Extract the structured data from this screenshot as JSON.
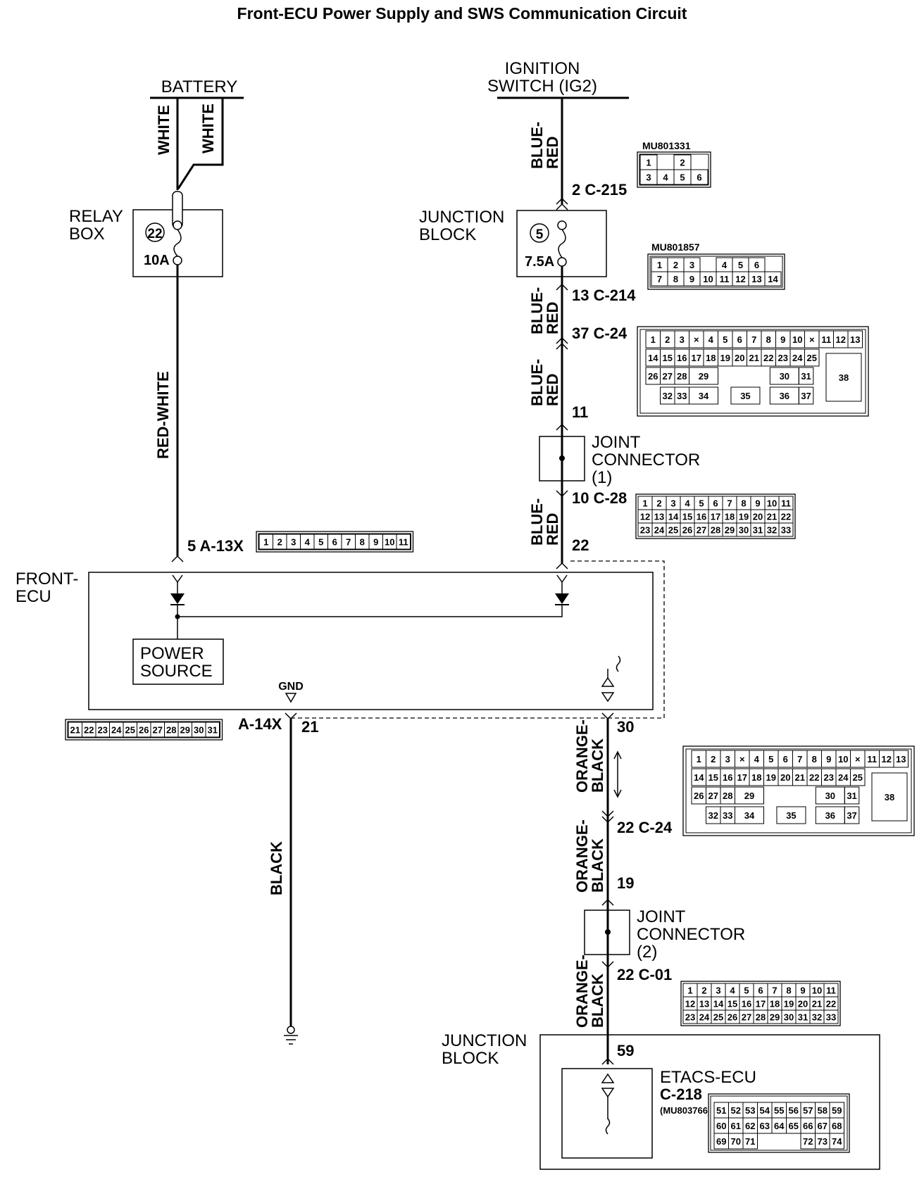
{
  "title": "Front-ECU Power Supply and SWS Communication Circuit",
  "labels": {
    "battery": "BATTERY",
    "ignition_line1": "IGNITION",
    "ignition_line2": "SWITCH (IG2)",
    "relay_box_line1": "RELAY",
    "relay_box_line2": "BOX",
    "junction_block1_line1": "JUNCTION",
    "junction_block1_line2": "BLOCK",
    "front_ecu_line1": "FRONT-",
    "front_ecu_line2": "ECU",
    "power_source_line1": "POWER",
    "power_source_line2": "SOURCE",
    "gnd": "GND",
    "joint1_line1": "JOINT",
    "joint1_line2": "CONNECTOR",
    "joint1_line3": "(1)",
    "joint2_line1": "JOINT",
    "joint2_line2": "CONNECTOR",
    "joint2_line3": "(2)",
    "junction_block2_line1": "JUNCTION",
    "junction_block2_line2": "BLOCK",
    "etacs_ecu": "ETACS-ECU",
    "etacs_conn": "C-218",
    "etacs_part": "(MU803766)"
  },
  "fuses": {
    "relay_fuse_no": "22",
    "relay_fuse_rating": "10A",
    "jb_fuse_no": "5",
    "jb_fuse_rating": "7.5A"
  },
  "wire_colors": {
    "battery_left": "WHITE",
    "battery_right": "WHITE",
    "relay_to_ecu": "RED-WHITE",
    "ig_to_jb": "BLUE-\nRED",
    "jb_to_c24": "BLUE-\nRED",
    "c24_to_joint1": "BLUE-\nRED",
    "joint1_to_ecu": "BLUE-\nRED",
    "ground": "BLACK",
    "ecu_to_c24": "ORANGE-\nBLACK",
    "c24_to_joint2": "ORANGE-\nBLACK",
    "joint2_to_etacs": "ORANGE-\nBLACK"
  },
  "pins": {
    "c215": "2  C-215",
    "c214": "13  C-214",
    "c24_upper": "37  C-24",
    "joint1_in": "11",
    "c28": "10  C-28",
    "ecu_22": "22",
    "a13x": "5  A-13X",
    "a14x": "A-14X",
    "gnd_21": "21",
    "sws_30": "30",
    "c24_lower": "22  C-24",
    "joint2_in": "19",
    "c01": "22  C-01",
    "etacs_59": "59"
  },
  "connectors": {
    "c215": {
      "part": "MU801331",
      "rows": [
        [
          "1",
          "",
          "2"
        ],
        [
          "3",
          "4",
          "5",
          "6"
        ]
      ]
    },
    "c214": {
      "part": "MU801857",
      "rows": [
        [
          "1",
          "2",
          "3",
          "",
          "4",
          "5",
          "6"
        ],
        [
          "7",
          "8",
          "9",
          "10",
          "11",
          "12",
          "13",
          "14"
        ]
      ]
    },
    "c24": {
      "rows": [
        [
          "1",
          "2",
          "3",
          "×",
          "4",
          "5",
          "6",
          "7",
          "8",
          "9",
          "10",
          "×",
          "11",
          "12",
          "13"
        ],
        [
          "14",
          "15",
          "16",
          "17",
          "18",
          "19",
          "20",
          "21",
          "22",
          "23",
          "24",
          "25"
        ],
        [
          "26",
          "27",
          "28",
          "29",
          "30",
          "31"
        ],
        [
          "32",
          "33",
          "34",
          "35",
          "36",
          "37"
        ]
      ],
      "big_pin": "38"
    },
    "c28": {
      "rows": [
        [
          "1",
          "2",
          "3",
          "4",
          "5",
          "6",
          "7",
          "8",
          "9",
          "10",
          "11"
        ],
        [
          "12",
          "13",
          "14",
          "15",
          "16",
          "17",
          "18",
          "19",
          "20",
          "21",
          "22"
        ],
        [
          "23",
          "24",
          "25",
          "26",
          "27",
          "28",
          "29",
          "30",
          "31",
          "32",
          "33"
        ]
      ]
    },
    "a13x": {
      "rows": [
        [
          "1",
          "2",
          "3",
          "4",
          "5",
          "6",
          "7",
          "8",
          "9",
          "10",
          "11"
        ]
      ]
    },
    "a14x": {
      "rows": [
        [
          "21",
          "22",
          "23",
          "24",
          "25",
          "26",
          "27",
          "28",
          "29",
          "30",
          "31"
        ]
      ]
    },
    "c01": {
      "rows": [
        [
          "1",
          "2",
          "3",
          "4",
          "5",
          "6",
          "7",
          "8",
          "9",
          "10",
          "11"
        ],
        [
          "12",
          "13",
          "14",
          "15",
          "16",
          "17",
          "18",
          "19",
          "20",
          "21",
          "22"
        ],
        [
          "23",
          "24",
          "25",
          "26",
          "27",
          "28",
          "29",
          "30",
          "31",
          "32",
          "33"
        ]
      ]
    },
    "c218": {
      "rows": [
        [
          "51",
          "52",
          "53",
          "54",
          "55",
          "56",
          "57",
          "58",
          "59"
        ],
        [
          "60",
          "61",
          "62",
          "63",
          "64",
          "65",
          "66",
          "67",
          "68"
        ],
        [
          "69",
          "70",
          "71",
          "72",
          "73",
          "74"
        ]
      ]
    }
  }
}
